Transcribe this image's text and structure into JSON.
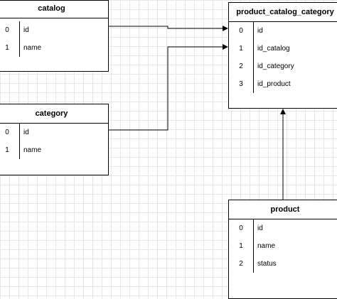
{
  "tables": {
    "catalog": {
      "title": "catalog",
      "rows": [
        {
          "key": "0",
          "field": "id"
        },
        {
          "key": "1",
          "field": "name"
        }
      ]
    },
    "category": {
      "title": "category",
      "rows": [
        {
          "key": "0",
          "field": "id"
        },
        {
          "key": "1",
          "field": "name"
        }
      ]
    },
    "product_catalog_category": {
      "title": "product_catalog_category",
      "rows": [
        {
          "key": "0",
          "field": "id"
        },
        {
          "key": "1",
          "field": "id_catalog"
        },
        {
          "key": "2",
          "field": "id_category"
        },
        {
          "key": "3",
          "field": "id_product"
        }
      ]
    },
    "product": {
      "title": "product",
      "rows": [
        {
          "key": "0",
          "field": "id"
        },
        {
          "key": "1",
          "field": "name"
        },
        {
          "key": "2",
          "field": "status"
        }
      ]
    }
  },
  "connections": [
    {
      "from": "catalog.id",
      "to": "product_catalog_category.id"
    },
    {
      "from": "category.id",
      "to": "product_catalog_category.id_catalog"
    },
    {
      "from": "product",
      "to": "product_catalog_category"
    }
  ],
  "colors": {
    "line": "#000000",
    "grid": "#e6e6e6",
    "background": "#ffffff"
  }
}
